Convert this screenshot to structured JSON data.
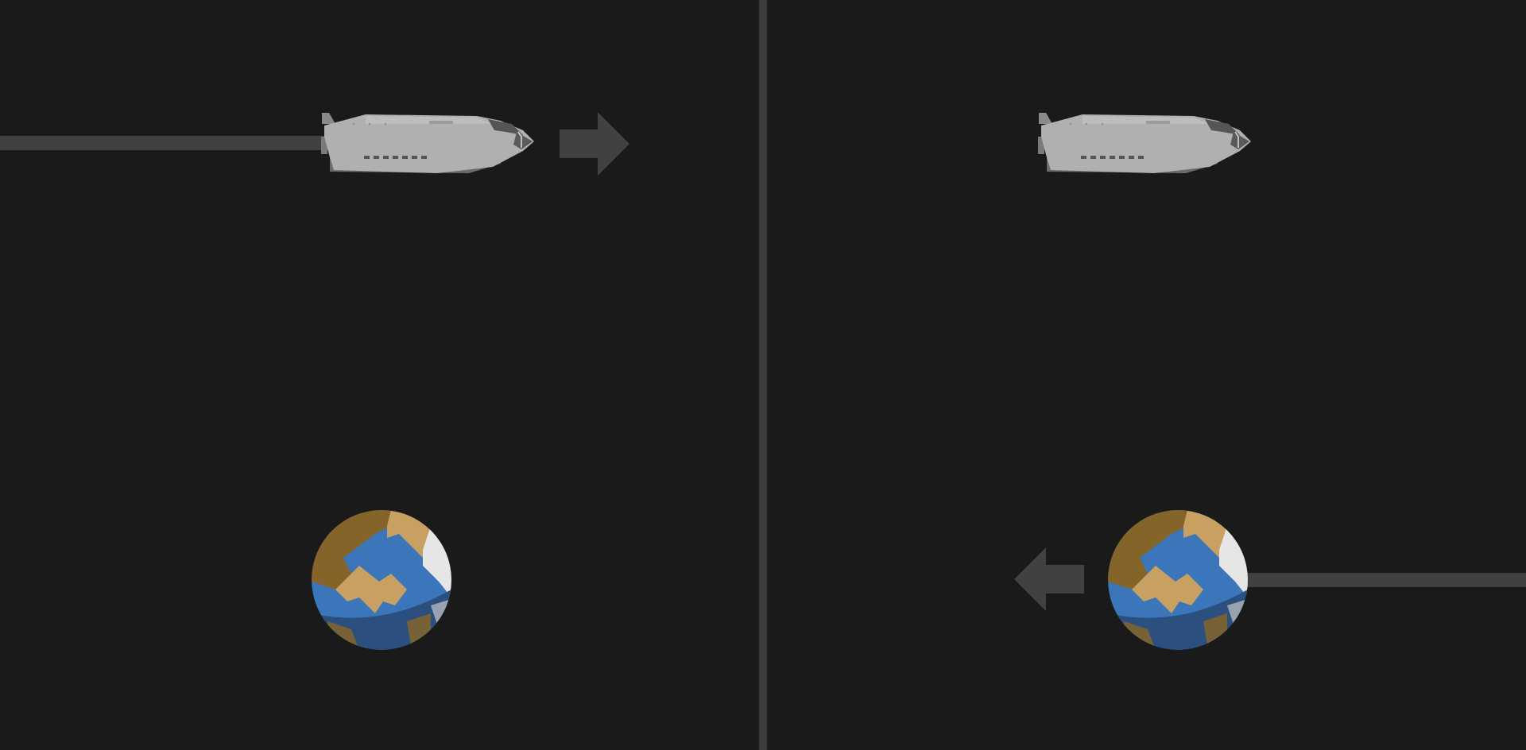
{
  "scene": {
    "background_color": "#1a1a1a",
    "divider_color": "#3c3c3c",
    "trail_color": "#414141",
    "arrow_color": "#414141",
    "panels": [
      {
        "id": "left",
        "spaceship": {
          "icon": "spaceship-icon",
          "moving": "right"
        },
        "direction_arrow": {
          "icon": "arrow-right-icon",
          "direction": "right"
        },
        "planet": {
          "icon": "earth-icon"
        }
      },
      {
        "id": "right",
        "spaceship": {
          "icon": "spaceship-icon",
          "moving": "none"
        },
        "direction_arrow": {
          "icon": "arrow-left-icon",
          "direction": "left"
        },
        "planet": {
          "icon": "earth-icon",
          "moving": "left"
        }
      }
    ]
  },
  "colors": {
    "ship_hull": "#b0b0b0",
    "ship_shadow": "#6b6b6b",
    "ship_dark": "#555555",
    "ocean": "#3b76bb",
    "ocean_shadow": "#2b4f7e",
    "land_light": "#c8a162",
    "land_dark": "#85642a",
    "ice": "#e6e6e6"
  }
}
